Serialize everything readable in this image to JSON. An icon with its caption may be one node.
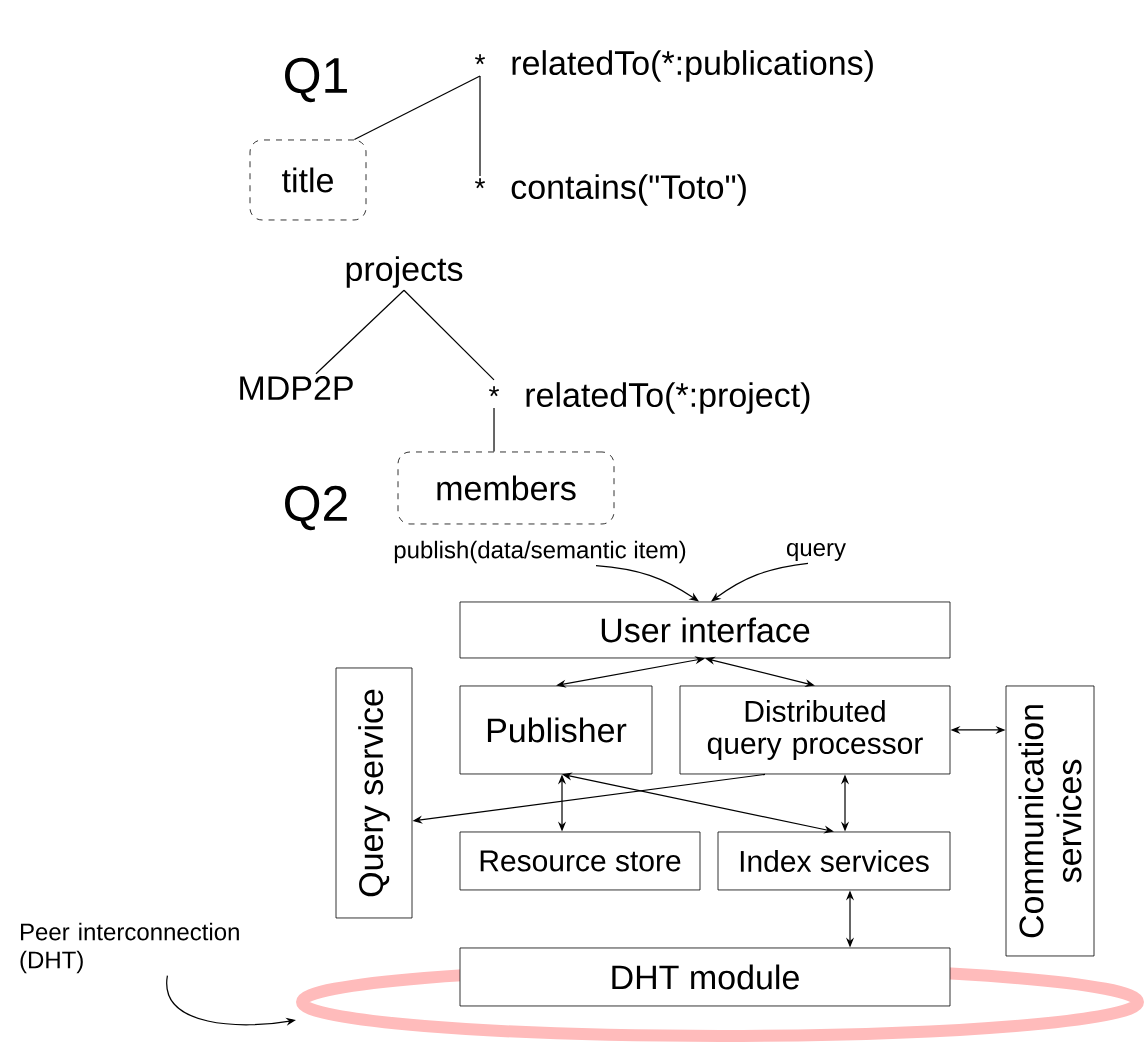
{
  "diagram": {
    "nodes": [
      {
        "text": [
          "*"
        ],
        "beside": [
          "relatedTo(*:publications)"
        ]
      },
      {
        "text": [
          "title"
        ]
      },
      {
        "text": [
          "*"
        ],
        "beside": [
          "contains(\"Toto\")"
        ]
      },
      {
        "text": [
          "projects"
        ]
      },
      {
        "text": [
          "MDP2P"
        ]
      },
      {
        "text": [
          "*"
        ],
        "beside": [
          "relatedTo(*:project)"
        ]
      },
      {
        "text": [
          "members"
        ]
      },
      {
        "text": [
          "publish(data/semantic item)"
        ]
      },
      {
        "text": [
          "query"
        ]
      },
      {
        "text": [
          "User interface"
        ]
      },
      {
        "text": [
          "Query service"
        ]
      },
      {
        "text": [
          "Publisher"
        ]
      },
      {
        "text": [
          "Distributed query processor"
        ]
      },
      {
        "text": [
          "Communication services"
        ]
      },
      {
        "text": [
          "Resource store"
        ]
      },
      {
        "text": [
          "Index services"
        ]
      },
      {
        "text": [],
        "shape": "ellipse"
      },
      {
        "text": [
          "DHT module"
        ]
      },
      {
        "text": [
          "Peer interconnection (DHT)"
        ]
      }
    ],
    "edges": [
      {
        "from": 0,
        "to": 1,
        "arrow": "none"
      },
      {
        "from": 0,
        "to": 2,
        "arrow": "none"
      },
      {
        "from": 3,
        "to": 4,
        "arrow": "none"
      },
      {
        "from": 3,
        "to": 5,
        "arrow": "none"
      },
      {
        "from": 5,
        "to": 6,
        "arrow": "none"
      },
      {
        "from": 7,
        "to": 9,
        "arrow": "to"
      },
      {
        "from": 8,
        "to": 9,
        "arrow": "to"
      },
      {
        "from": 9,
        "to": 11,
        "arrow": "both"
      },
      {
        "from": 9,
        "to": 12,
        "arrow": "both"
      },
      {
        "from": 12,
        "to": 10,
        "arrow": "to"
      },
      {
        "from": 12,
        "to": 13,
        "arrow": "both"
      },
      {
        "from": 11,
        "to": 14,
        "arrow": "both"
      },
      {
        "from": 11,
        "to": 15,
        "arrow": "both"
      },
      {
        "from": 12,
        "to": 15,
        "arrow": "both"
      },
      {
        "from": 15,
        "to": 17,
        "arrow": "both"
      },
      {
        "from": 18,
        "to": 16,
        "arrow": "to"
      }
    ],
    "labels": [
      "Q1",
      "Q2"
    ]
  }
}
